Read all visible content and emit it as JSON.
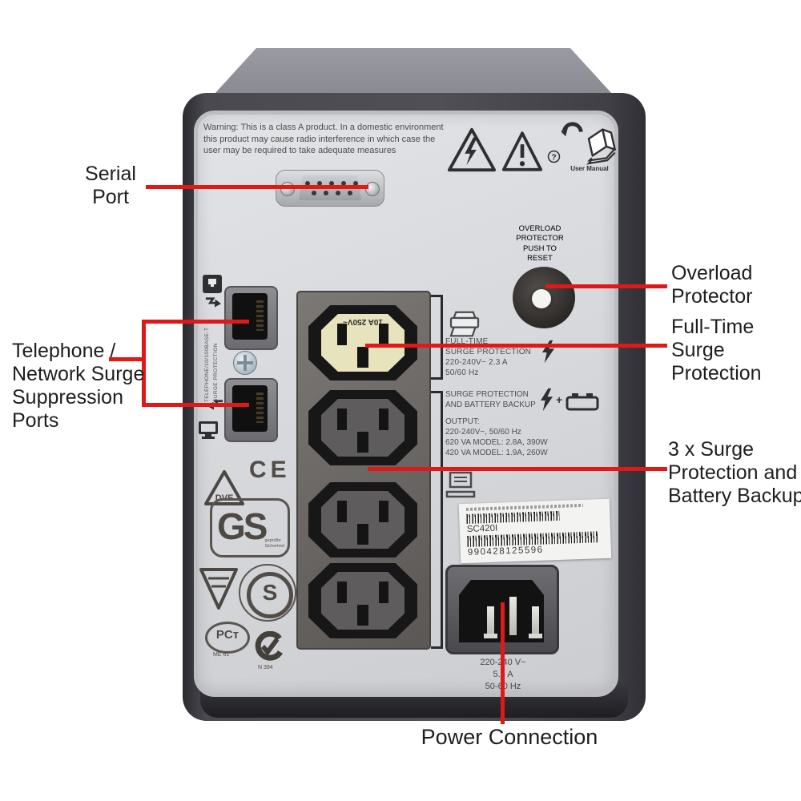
{
  "figure": {
    "type": "annotated-product-diagram",
    "subject": "UPS rear panel with callout labels"
  },
  "callouts": {
    "serial_port": "Serial\nPort",
    "telephone_ports": "Telephone /\nNetwork Surge\nSuppression\nPorts",
    "overload_protector": "Overload\nProtector",
    "full_time_surge": "Full-Time\nSurge\nProtection",
    "surge_battery_backup": "3 x Surge\nProtection and\nBattery Backup",
    "power_connection": "Power Connection"
  },
  "panel": {
    "warning_text": "Warning: This is a class A product. In a domestic environment\nthis product may cause radio interference in which case the\nuser may be required to take adequate measures",
    "user_manual_label": "User Manual",
    "overload_label": "OVERLOAD\nPROTECTOR\nPUSH TO\nRESET",
    "full_time_block": "FULL-TIME\nSURGE PROTECTION\n220-240V~  2.3 A\n50/60 Hz",
    "surge_battery_block": "SURGE PROTECTION\nAND BATTERY BACKUP",
    "surge_plus": "+",
    "output_block": "OUTPUT:\n220-240V~, 50/60 Hz\n620 VA MODEL: 2.8A, 390W\n420 VA MODEL: 1.9A, 260W",
    "outlet_rating": "10A 250V~",
    "port_label_vertical": "TELEPHONE/10/100BASE-T\nSURGE PROTECTION",
    "power_rating": "220-240 V~\n5.8 A\n50-60 Hz",
    "product_label": {
      "model": "SC420I",
      "serial": "990428125596"
    },
    "cert_marks": {
      "ce": "CE",
      "vde": "DVE",
      "gs": "GS",
      "gs_small": "geprüfte\nSicherheit",
      "s_mark": "S",
      "pct": "PCт",
      "pct_sub": "ME 61",
      "n_mark_sub": "N 394"
    }
  },
  "colors": {
    "accent_red": "#e01818",
    "chassis_dark": "#3c3b40",
    "panel_face": "#d6d8db",
    "outlet_face_protected": "#e7e3bd"
  }
}
